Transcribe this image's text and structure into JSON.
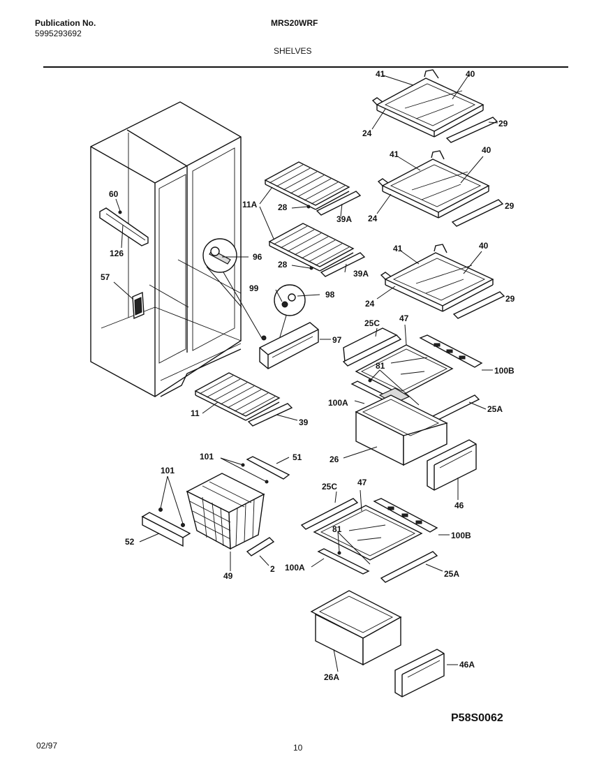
{
  "header": {
    "publication_label": "Publication No.",
    "publication_number": "5995293692",
    "model": "MRS20WRF",
    "section": "SHELVES"
  },
  "footer": {
    "date": "02/97",
    "page": "10",
    "figure_code": "P58S0062"
  },
  "part_labels": {
    "p41_top": "41",
    "p40_top": "40",
    "p24_top": "24",
    "p29_top": "29",
    "p41_mid": "41",
    "p40_mid": "40",
    "p24_mid": "24",
    "p29_mid": "29",
    "p41_low": "41",
    "p40_low": "40",
    "p24_low": "24",
    "p29_low": "29",
    "p11A": "11A",
    "p28_a": "28",
    "p39A_a": "39A",
    "p28_b": "28",
    "p39A_b": "39A",
    "p60": "60",
    "p126": "126",
    "p57": "57",
    "p96": "96",
    "p99": "99",
    "p98": "98",
    "p97": "97",
    "p11": "11",
    "p39": "39",
    "p25C_a": "25C",
    "p47_a": "47",
    "p81_a": "81",
    "p100B_a": "100B",
    "p100A_a": "100A",
    "p25A_a": "25A",
    "p26": "26",
    "p46": "46",
    "p101_a": "101",
    "p51": "51",
    "p101_b": "101",
    "p52": "52",
    "p49": "49",
    "p2": "2",
    "p25C_b": "25C",
    "p47_b": "47",
    "p81_b": "81",
    "p100B_b": "100B",
    "p100A_b": "100A",
    "p25A_b": "25A",
    "p26A": "26A",
    "p46A": "46A"
  }
}
